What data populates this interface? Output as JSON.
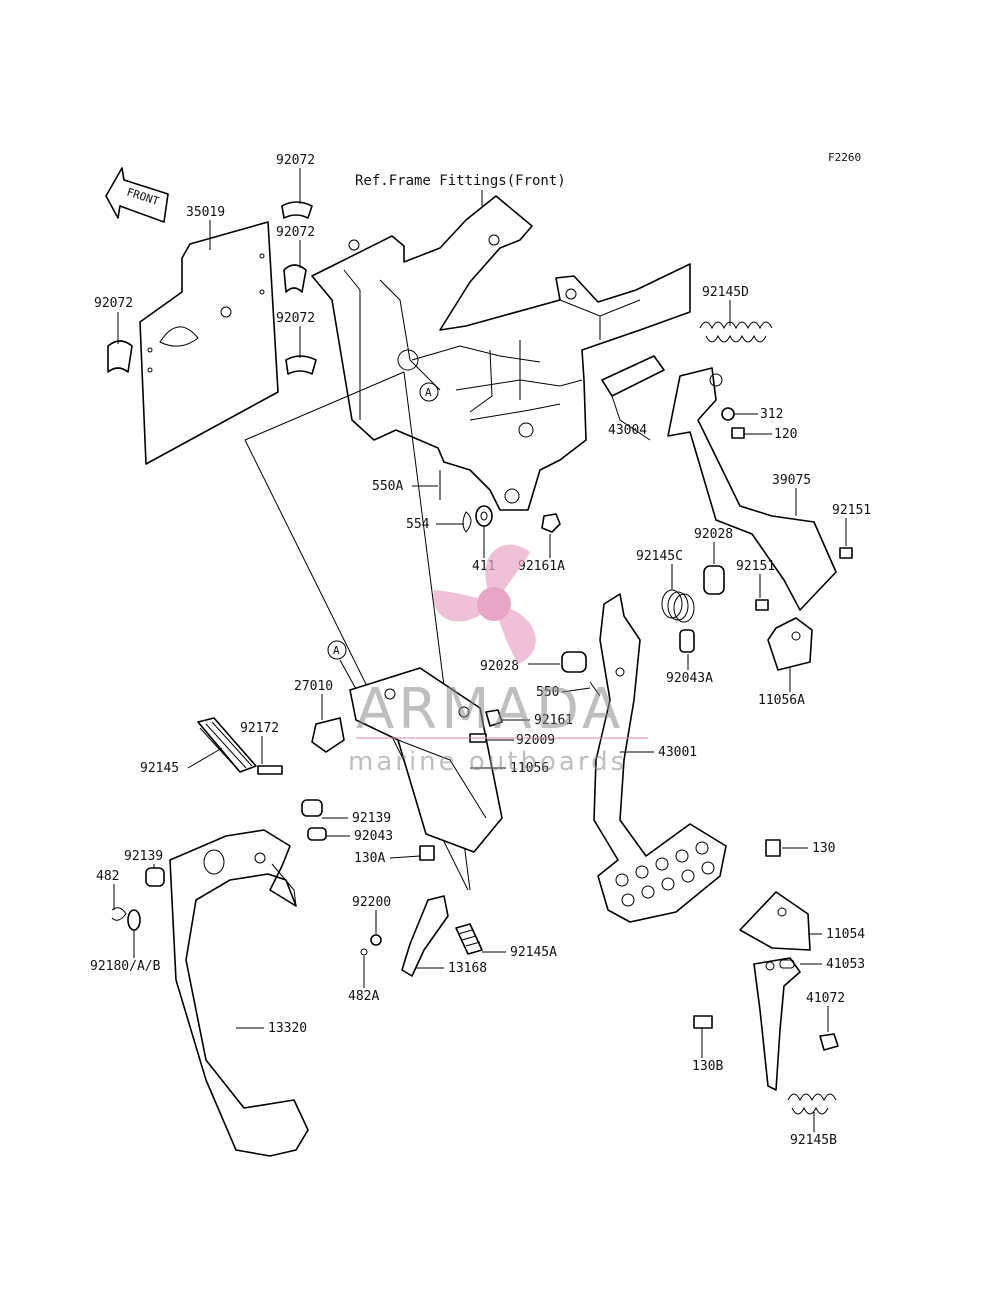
{
  "diagram": {
    "code": "F2260",
    "reference": "Ref.Frame Fittings(Front)",
    "front_arrow": "FRONT",
    "circle_marker": "A",
    "watermark": {
      "brand": "ARMADA",
      "tagline": "marine outboards",
      "color": "#e8a6c6"
    }
  },
  "labels": {
    "p92072a": "92072",
    "p35019": "35019",
    "p92072b": "92072",
    "p92072c": "92072",
    "p92072d": "92072",
    "p92145D": "92145D",
    "p312": "312",
    "p120": "120",
    "p43004": "43004",
    "p39075": "39075",
    "p92151a": "92151",
    "p550A": "550A",
    "p554": "554",
    "p411": "411",
    "p92161A": "92161A",
    "p92028a": "92028",
    "p92145C": "92145C",
    "p92151b": "92151",
    "p92028b": "92028",
    "p92043A": "92043A",
    "p11056A": "11056A",
    "p550": "550",
    "p27010": "27010",
    "p92161": "92161",
    "p92009": "92009",
    "p92172": "92172",
    "p11056": "11056",
    "p43001": "43001",
    "p92145": "92145",
    "p92139a": "92139",
    "p92043": "92043",
    "p92139b": "92139",
    "p130A": "130A",
    "p482": "482",
    "p130": "130",
    "p92180": "92180/A/B",
    "p92200": "92200",
    "p11054": "11054",
    "p92145A": "92145A",
    "p41053": "41053",
    "p482A": "482A",
    "p13168": "13168",
    "p41072": "41072",
    "p13320": "13320",
    "p130B": "130B",
    "p92145B": "92145B"
  }
}
